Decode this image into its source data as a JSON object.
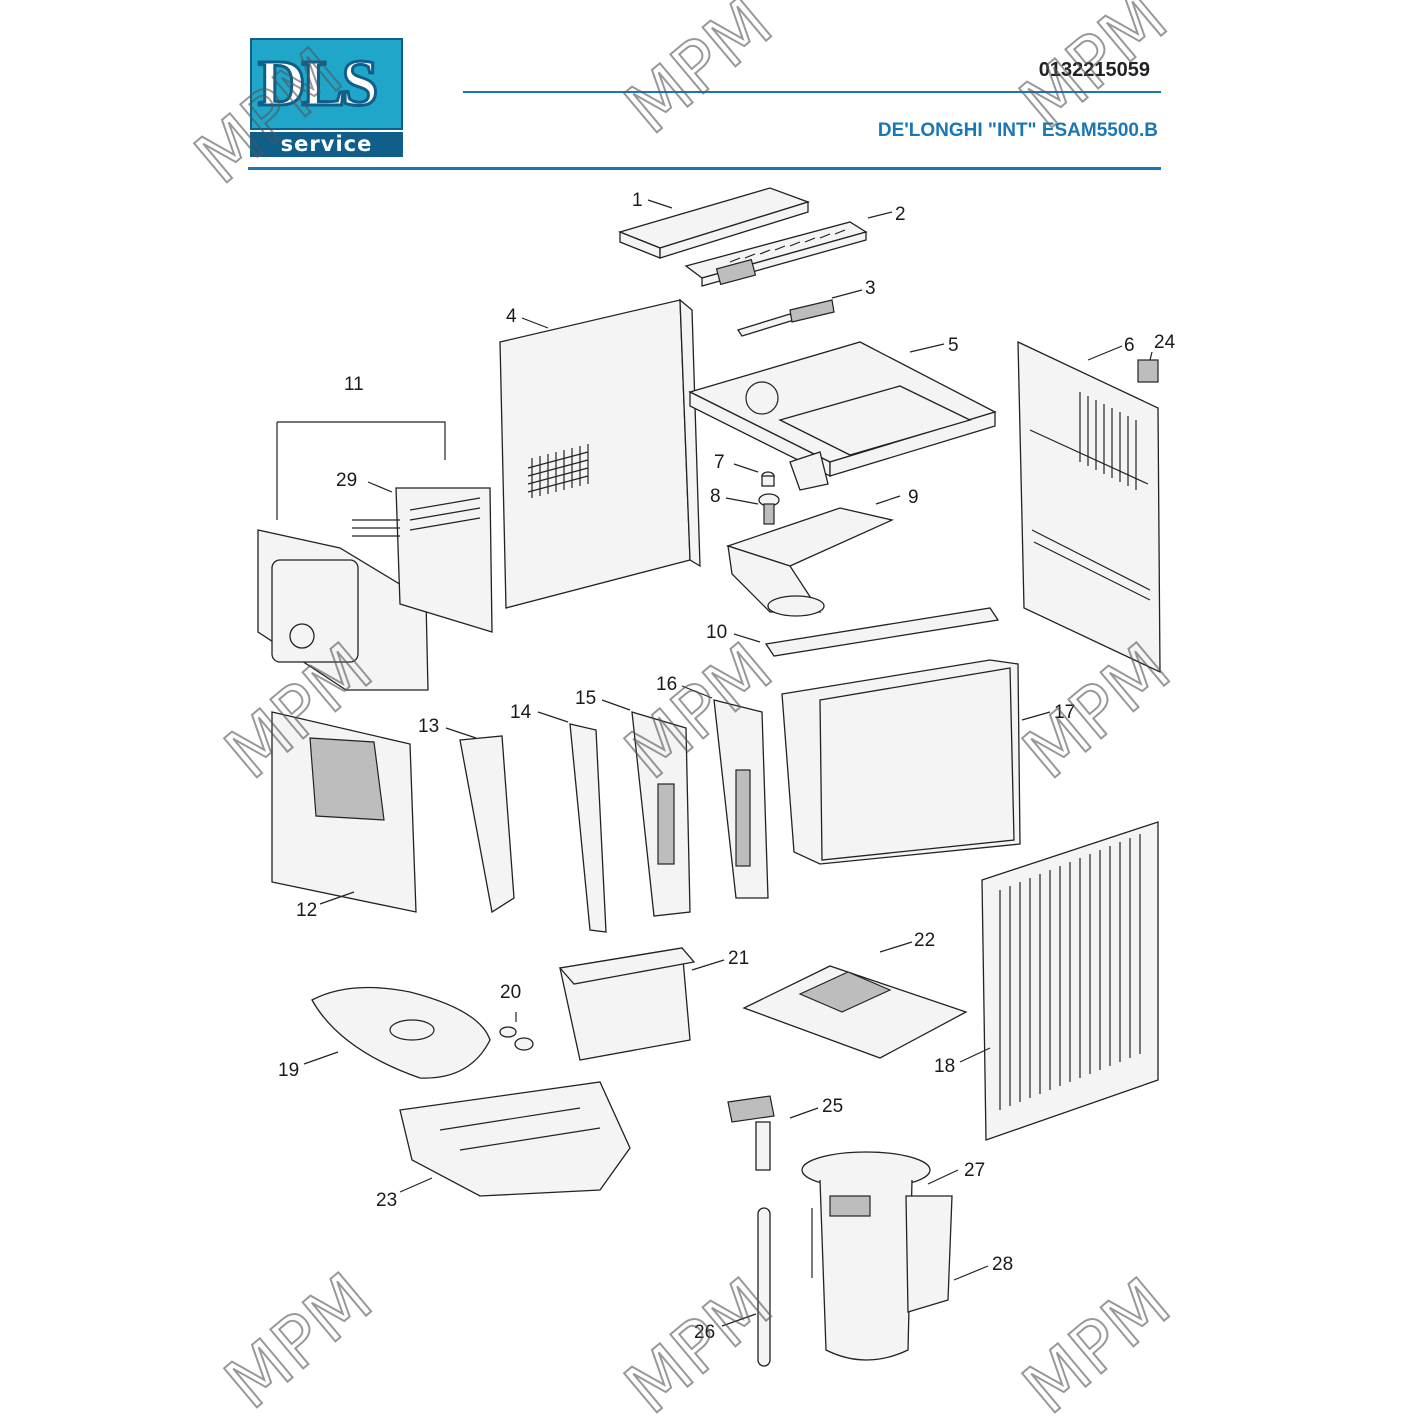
{
  "header": {
    "logo_letters": "DLS",
    "logo_service": "service",
    "document_code": "0132215059",
    "model_title": "DE'LONGHI  \"INT\" ESAM5500.B"
  },
  "watermark": "MPM",
  "parts": [
    "1",
    "2",
    "3",
    "4",
    "5",
    "6",
    "7",
    "8",
    "9",
    "10",
    "11",
    "12",
    "13",
    "14",
    "15",
    "16",
    "17",
    "18",
    "19",
    "20",
    "21",
    "22",
    "23",
    "24",
    "25",
    "26",
    "27",
    "28",
    "29"
  ]
}
